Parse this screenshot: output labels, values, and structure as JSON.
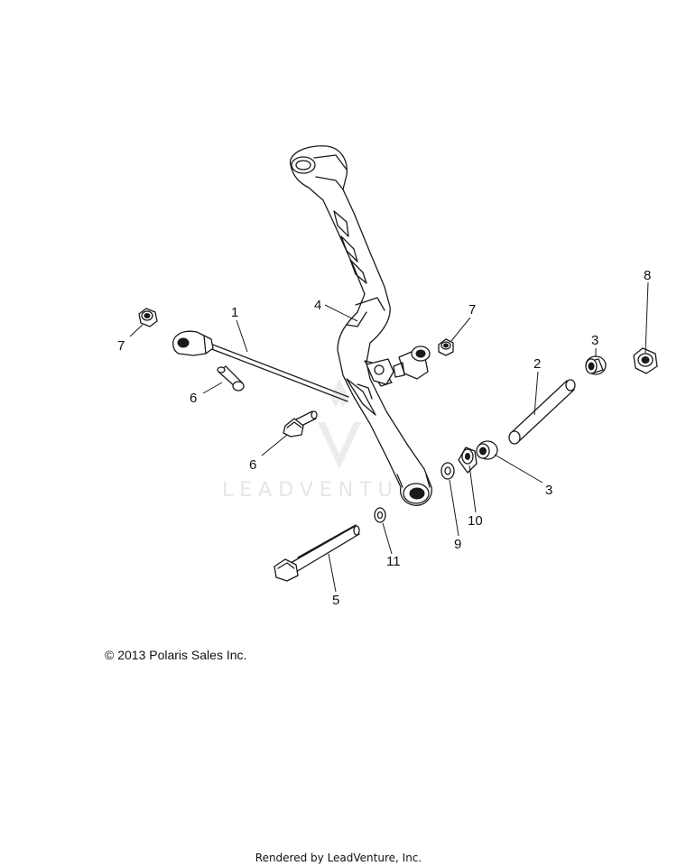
{
  "watermark": {
    "text": "LEADVENTURE"
  },
  "callouts": {
    "c1": "1",
    "c2": "2",
    "c3a": "3",
    "c3b": "3",
    "c4": "4",
    "c5": "5",
    "c6a": "6",
    "c6b": "6",
    "c7a": "7",
    "c7b": "7",
    "c8": "8",
    "c9": "9",
    "c10": "10",
    "c11": "11"
  },
  "footer": {
    "copyright": "© 2013 Polaris Sales Inc.",
    "rendered_by": "Rendered by LeadVenture, Inc."
  }
}
